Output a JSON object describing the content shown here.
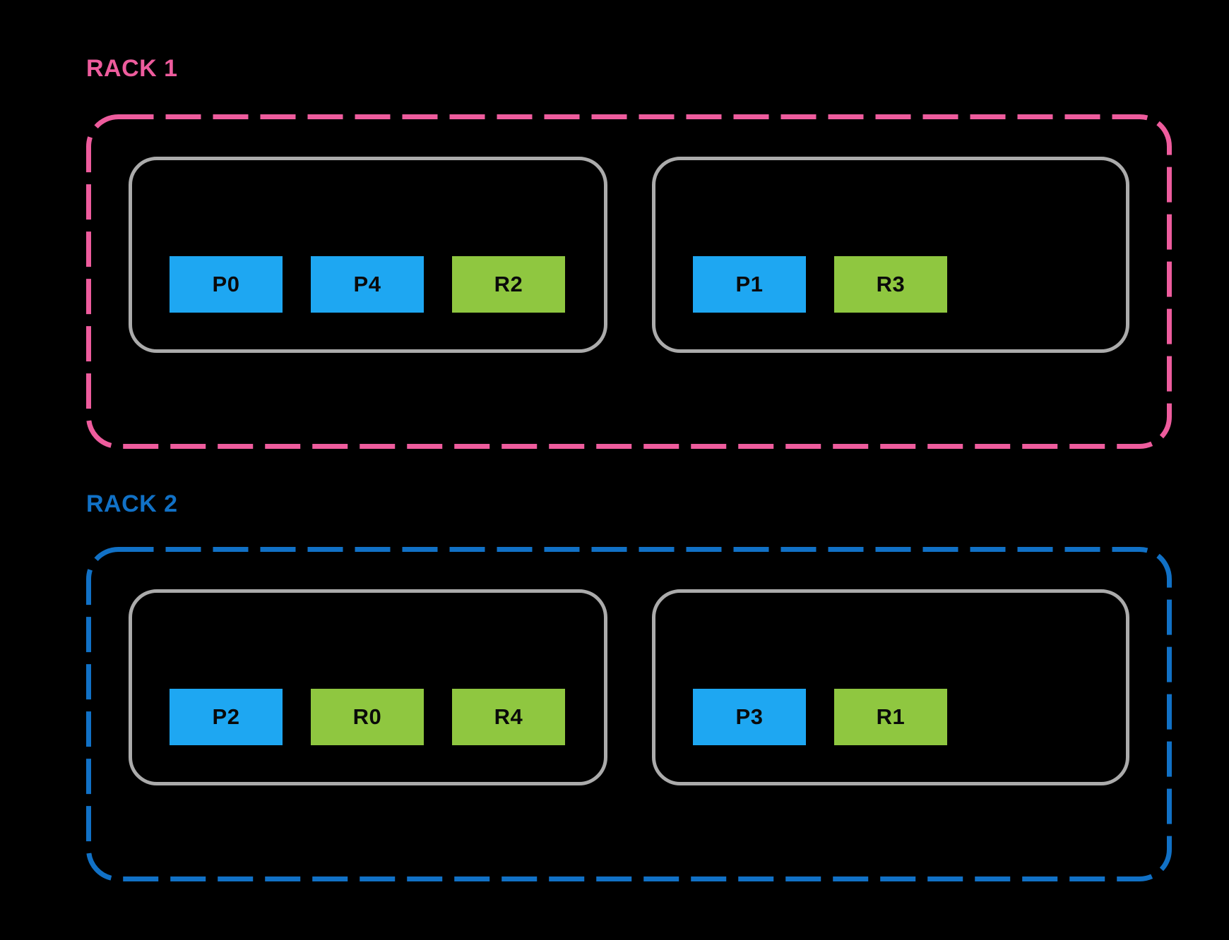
{
  "colors": {
    "background": "#000000",
    "rack1_accent": "#EE5C9D",
    "rack2_accent": "#1171C6",
    "chip_blue": "#1EA7F2",
    "chip_green": "#8FC740",
    "host_border": "#ABABAB",
    "chip_text": "#0A0A0A"
  },
  "racks": [
    {
      "label": "RACK 1",
      "hosts": [
        {
          "chips": [
            {
              "label": "P0",
              "type": "blue"
            },
            {
              "label": "P4",
              "type": "blue"
            },
            {
              "label": "R2",
              "type": "green"
            }
          ]
        },
        {
          "chips": [
            {
              "label": "P1",
              "type": "blue"
            },
            {
              "label": "R3",
              "type": "green"
            }
          ]
        }
      ]
    },
    {
      "label": "RACK 2",
      "hosts": [
        {
          "chips": [
            {
              "label": "P2",
              "type": "blue"
            },
            {
              "label": "R0",
              "type": "green"
            },
            {
              "label": "R4",
              "type": "green"
            }
          ]
        },
        {
          "chips": [
            {
              "label": "P3",
              "type": "blue"
            },
            {
              "label": "R1",
              "type": "green"
            }
          ]
        }
      ]
    }
  ]
}
